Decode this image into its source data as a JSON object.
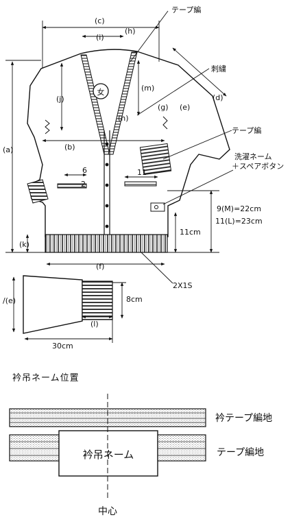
{
  "garment": {
    "labels": {
      "a": "(a)",
      "b": "(b)",
      "c": "(c)",
      "d": "(d)",
      "e": "(e)",
      "f": "(f)",
      "g": "(g)",
      "h": "(h)",
      "i": "(i)",
      "j": "(j)",
      "k": "(k)",
      "m": "(m)",
      "n": "(n)"
    },
    "tape_knit_top": "テープ編",
    "embroidery": "刺繍",
    "tape_knit_mid": "テープ編",
    "wash_name": "洗濯ネーム",
    "spare_button": "＋スペアボタン",
    "badge_letter": "女",
    "dim_6": "6",
    "dim_2": "2",
    "dim_11": "11",
    "size_m": "9(M)=22cm",
    "size_l": "11(L)=23cm",
    "hem_height": "11cm",
    "rib_spec": "2X1S"
  },
  "sleeve": {
    "label_e": "/(e)",
    "label_l": "(l)",
    "cuff_height": "8cm",
    "length": "30cm"
  },
  "collar_section": {
    "heading": "衿吊ネーム位置",
    "collar_tape_label": "衿テープ編地",
    "tape_label": "テープ編地",
    "name_label": "衿吊ネーム",
    "center_label": "中心"
  }
}
